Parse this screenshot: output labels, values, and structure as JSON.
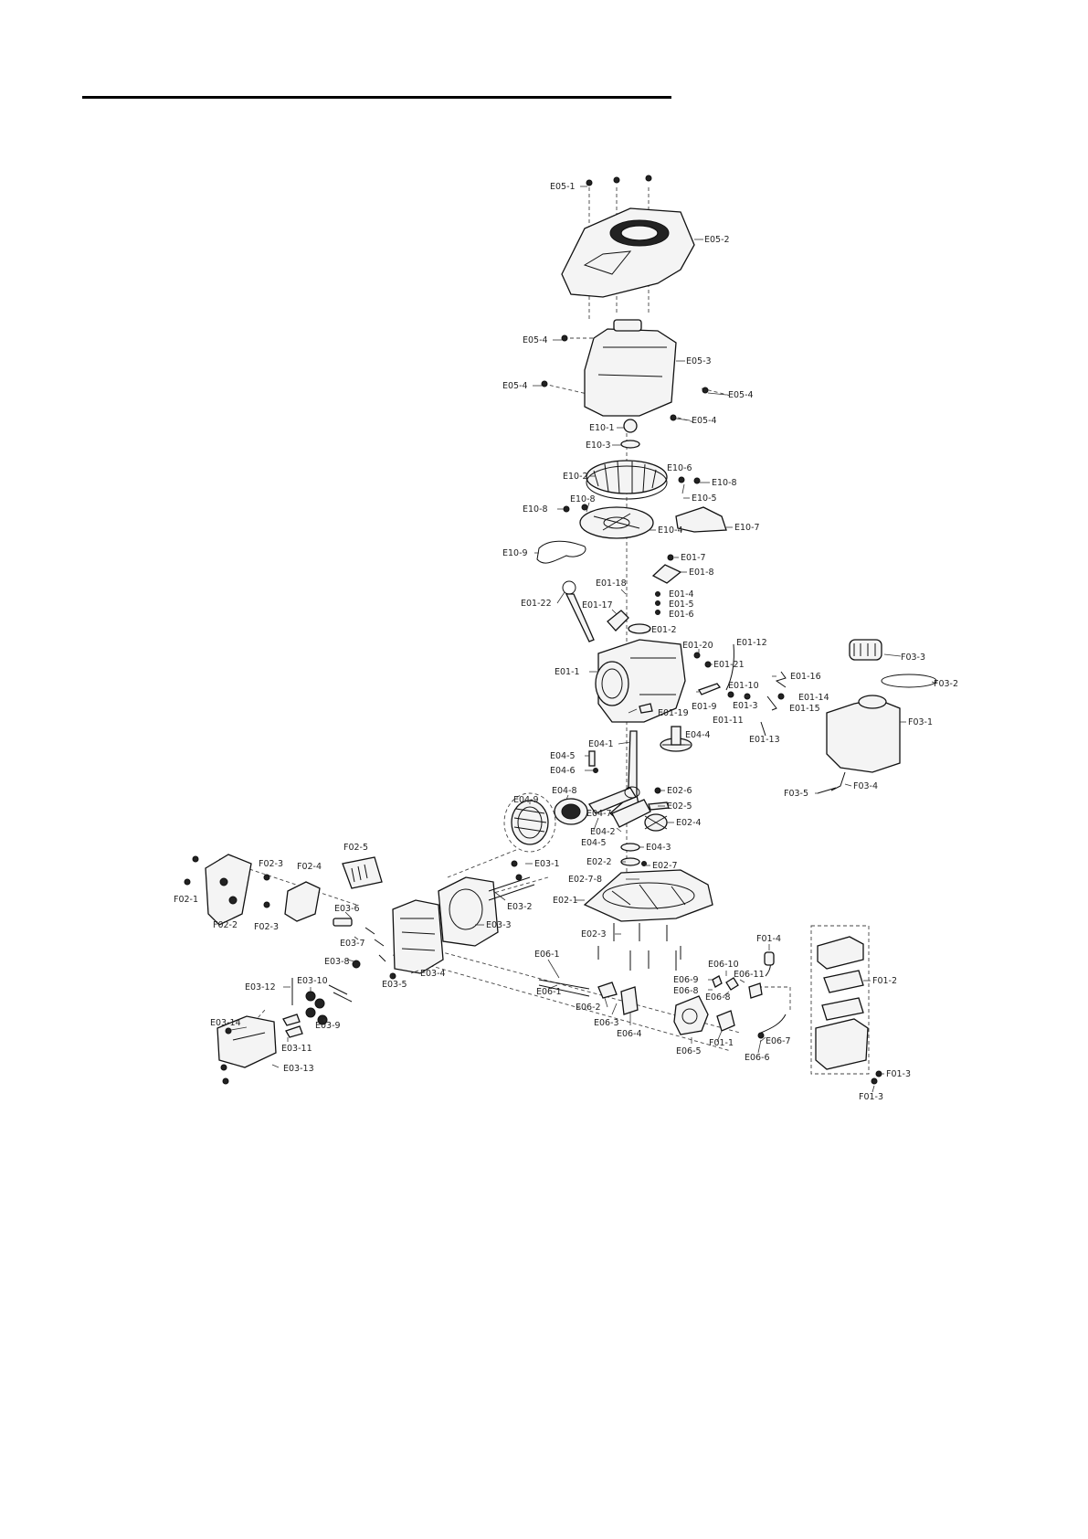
{
  "labels": [
    "E05-1",
    "E05-2",
    "E05-4",
    "E05-3",
    "E05-4",
    "E05-4",
    "E05-4",
    "E10-1",
    "E10-3",
    "E10-2",
    "E10-6",
    "E10-8",
    "E10-5",
    "E10-8",
    "E10-8",
    "E10-4",
    "E10-7",
    "E10-9",
    "E01-7",
    "E01-8",
    "E01-18",
    "E01-22",
    "E01-17",
    "E01-4",
    "E01-5",
    "E01-6",
    "E01-2",
    "E01-20",
    "E01-12",
    "E01-21",
    "E01-1",
    "E01-16",
    "E01-10",
    "E01-14",
    "E01-3",
    "E01-15",
    "E01-9",
    "E01-19",
    "E01-11",
    "E01-13",
    "F03-3",
    "F03-2",
    "F03-1",
    "F03-4",
    "F03-5",
    "E04-1",
    "E04-4",
    "E04-5",
    "E04-6",
    "E04-9",
    "E04-8",
    "E02-6",
    "E02-5",
    "E04-7",
    "E02-4",
    "E04-2",
    "E04-5",
    "E04-3",
    "E02-2",
    "E02-7",
    "E02-7-8",
    "E02-1",
    "F02-5",
    "F02-3",
    "F02-4",
    "F02-1",
    "F02-2",
    "F02-3",
    "E03-1",
    "E03-6",
    "E03-2",
    "E03-3",
    "E03-7",
    "E03-8",
    "E03-5",
    "E03-4",
    "E03-12",
    "E03-10",
    "E03-9",
    "E03-14",
    "E03-11",
    "E03-13",
    "E02-3",
    "E06-1",
    "E06-1",
    "F01-4",
    "E06-10",
    "E06-9",
    "E06-11",
    "E06-8",
    "E06-8",
    "F01-2",
    "E06-2",
    "E06-3",
    "E06-4",
    "E06-7",
    "E06-5",
    "F01-1",
    "E06-6",
    "F01-3",
    "F01-3"
  ]
}
